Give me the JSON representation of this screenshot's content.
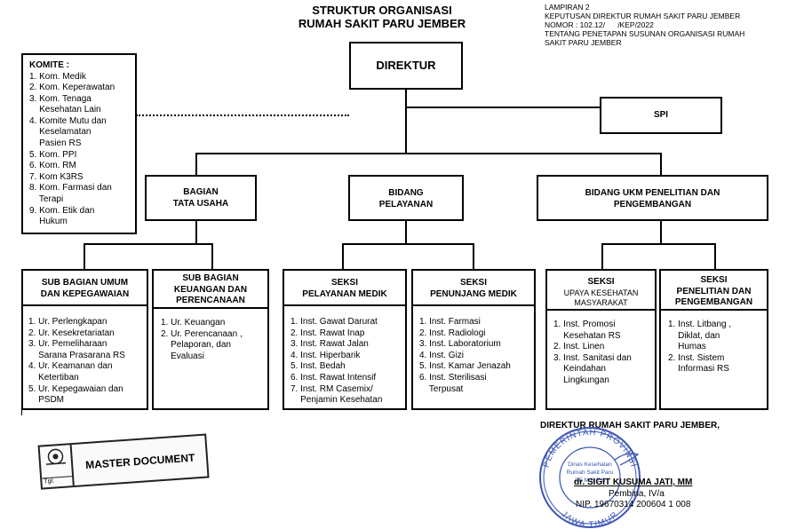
{
  "title": {
    "line1": "STRUKTUR ORGANISASI",
    "line2": "RUMAH SAKIT PARU JEMBER"
  },
  "lampiran": {
    "line1": "LAMPIRAN 2",
    "line2": "KEPUTUSAN DIREKTUR RUMAH SAKIT PARU JEMBER",
    "line3": "NOMOR : 102.12/      /KEP/2022",
    "line4": "TENTANG PENETAPAN SUSUNAN ORGANISASI RUMAH",
    "line5": "SAKIT PARU JEMBER"
  },
  "komite": {
    "title": "KOMITE :",
    "items": [
      "1. Kom. Medik",
      "2. Kom. Keperawatan",
      "3. Kom. Tenaga",
      "    Kesehatan Lain",
      "4. Komite Mutu dan",
      "    Keselamatan",
      "    Pasien RS",
      "5. Kom. PPI",
      "6. Kom. RM",
      "7. Kom K3RS",
      "8. Kom. Farmasi dan",
      "    Terapi",
      "9. Kom. Etik dan",
      "    Hukum"
    ]
  },
  "direktur": "DIREKTUR",
  "spi": "SPI",
  "bagian_tu": {
    "line1": "BAGIAN",
    "line2": "TATA USAHA"
  },
  "bidang_pelayanan": {
    "line1": "BIDANG",
    "line2": "PELAYANAN"
  },
  "bidang_ukm": {
    "line1": "BIDANG UKM PENELITIAN DAN",
    "line2": "PENGEMBANGAN"
  },
  "sub_umum": {
    "line1": "SUB BAGIAN UMUM",
    "line2": "DAN KEPEGAWAIAN",
    "items": [
      "1. Ur. Perlengkapan",
      "2. Ur. Kesekretariatan",
      "3. Ur. Pemeliharaan",
      "    Sarana Prasarana RS",
      "4. Ur. Keamanan dan",
      "    Ketertiban",
      "5. Ur. Kepegawaian dan",
      "    PSDM"
    ]
  },
  "sub_keuangan": {
    "line1": "SUB BAGIAN",
    "line2": "KEUANGAN DAN",
    "line3": "PERENCANAAN",
    "items": [
      "1. Ur. Keuangan",
      "2. Ur. Perencanaan ,",
      "    Pelaporan, dan",
      "    Evaluasi"
    ]
  },
  "seksi_pelayanan": {
    "line1": "SEKSI",
    "line2": "PELAYANAN MEDIK",
    "items": [
      "1. Inst. Gawat Darurat",
      "2. Inst. Rawat Inap",
      "3. Inst. Rawat Jalan",
      "4. Inst. Hiperbarik",
      "5. Inst. Bedah",
      "6. Inst. Rawat Intensif",
      "7. Inst. RM Casemix/",
      "    Penjamin Kesehatan"
    ]
  },
  "seksi_penunjang": {
    "line1": "SEKSI",
    "line2": "PENUNJANG MEDIK",
    "items": [
      "1. Inst. Farmasi",
      "2. Inst. Radiologi",
      "3. Inst. Laboratorium",
      "4. Inst. Gizi",
      "5. Inst. Kamar Jenazah",
      "6. Inst. Sterilisasi",
      "    Terpusat"
    ]
  },
  "seksi_ukm": {
    "line1": "SEKSI",
    "line2": "UPAYA KESEHATAN",
    "line3": "MASYARAKAT",
    "items": [
      "1. Inst. Promosi",
      "    Kesehatan RS",
      "2. Inst. Linen",
      "3. Inst. Sanitasi dan",
      "    Keindahan",
      "    Lingkungan"
    ]
  },
  "seksi_litbang": {
    "line1": "SEKSI",
    "line2": "PENELITIAN DAN",
    "line3": "PENGEMBANGAN",
    "items": [
      "1. Inst. Litbang ,",
      "    Diklat, dan",
      "    Humas",
      "2. Inst. Sistem",
      "    Informasi RS"
    ]
  },
  "signature": {
    "heading": "DIREKTUR RUMAH SAKIT PARU JEMBER,",
    "name": "dr. SIGIT KUSUMA JATI, MM",
    "rank": "Pembina, IV/a",
    "nip": "NIP. 19670314 200604 1 008"
  },
  "stamp": {
    "outer_top": "PEMERINTAH PROVINSI",
    "outer_bottom": "JAWA TIMUR",
    "inner1": "Dinas  Kesehatan",
    "inner2": "Rumah Sakit Paru",
    "inner3": "J E M B E R"
  },
  "master": {
    "label": "MASTER DOCUMENT",
    "tgl": "Tgl."
  },
  "colors": {
    "stamp": "#3a55b5",
    "ink": "#000000"
  }
}
